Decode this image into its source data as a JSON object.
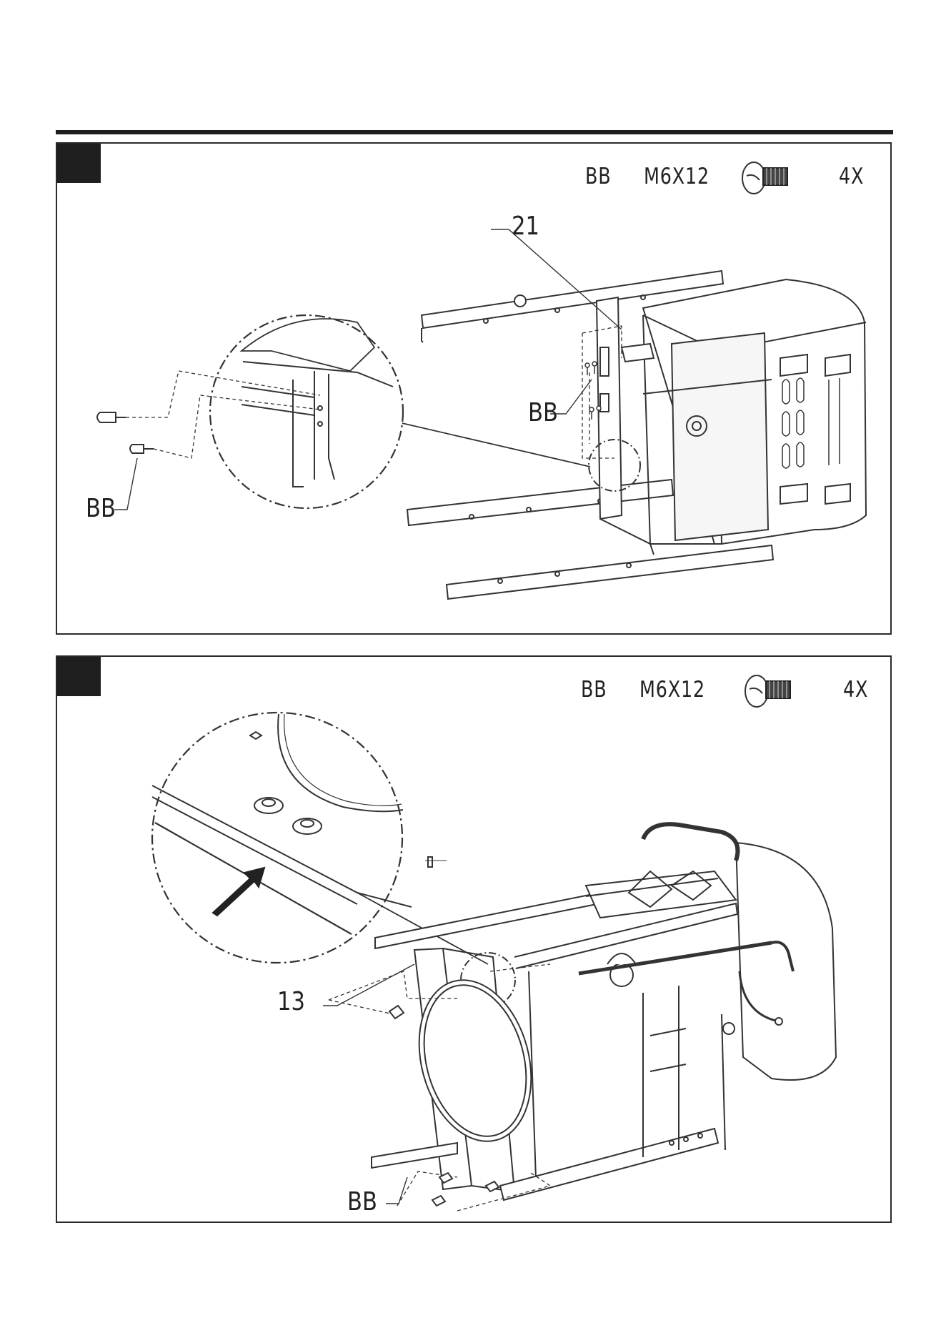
{
  "step1": {
    "hardware": {
      "code": "BB",
      "size": "M6X12",
      "qty": "4X",
      "icon": "screw-icon"
    },
    "callouts": {
      "part": "21",
      "bb_main": "BB",
      "bb_detail": "BB"
    }
  },
  "step2": {
    "hardware": {
      "code": "BB",
      "size": "M6X12",
      "qty": "4X",
      "icon": "screw-icon"
    },
    "callouts": {
      "part": "13",
      "bb_main": "BB"
    }
  }
}
